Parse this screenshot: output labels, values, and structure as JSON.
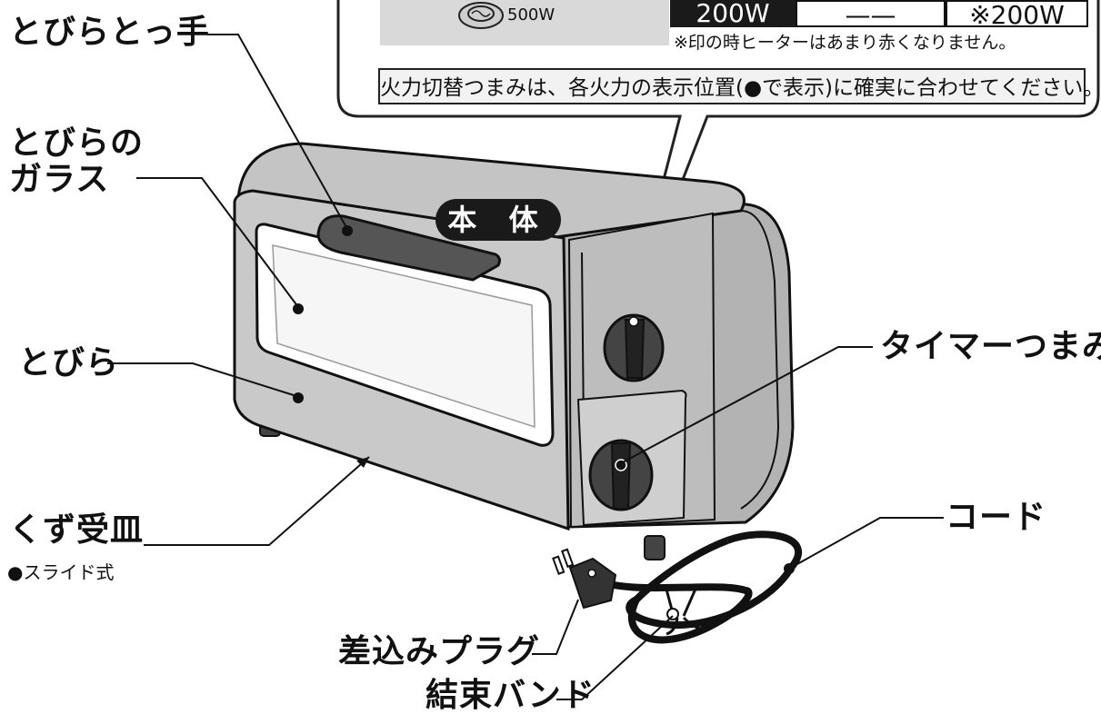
{
  "labels": {
    "door_handle": "とびらとっ手",
    "door_glass_line1": "とびらの",
    "door_glass_line2": "ガラス",
    "door": "とびら",
    "crumb_tray": "くず受皿",
    "crumb_tray_note": "●スライド式",
    "body": "本 体",
    "timer_knob": "タイマーつまみ",
    "cord": "コード",
    "plug": "差込みプラグ",
    "binding_band": "結束バンド"
  },
  "callout": {
    "wattage_icon_label": "500W",
    "table_cells": [
      "200W",
      "——",
      "※200W"
    ],
    "footnote": "※印の時ヒーターはあまり赤くなりません。",
    "notice": "火力切替つまみは、各火力の表示位置(●で表示)に確実に合わせてください。"
  }
}
